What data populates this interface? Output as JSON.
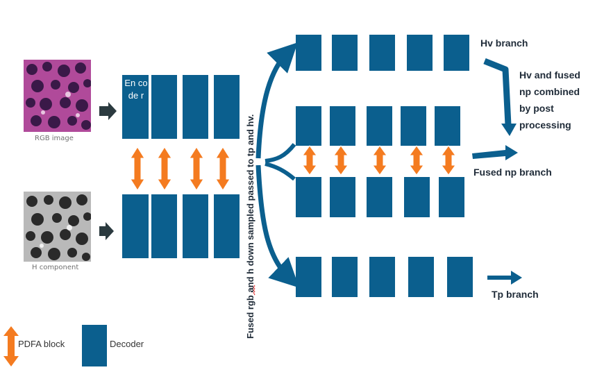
{
  "colors": {
    "block": "#0b5f8e",
    "pdfa_arrow": "#f47b20",
    "input_arrow": "#2b3a3f"
  },
  "inputs": {
    "rgb_caption": "RGB image",
    "h_caption": "H component"
  },
  "encoder": {
    "label": "En co de r"
  },
  "vertical_caption": "Fused rgb and h down sampled passed to tp and hv.",
  "branches": {
    "hv": "Hv branch",
    "np": "Fused np branch",
    "tp": "Tp branch"
  },
  "post_processing_note": {
    "lines": [
      "Hv and fused",
      "np combined",
      "by post",
      "processing"
    ]
  },
  "legend": {
    "pdfa": "PDFA block",
    "decoder": "Decoder"
  }
}
